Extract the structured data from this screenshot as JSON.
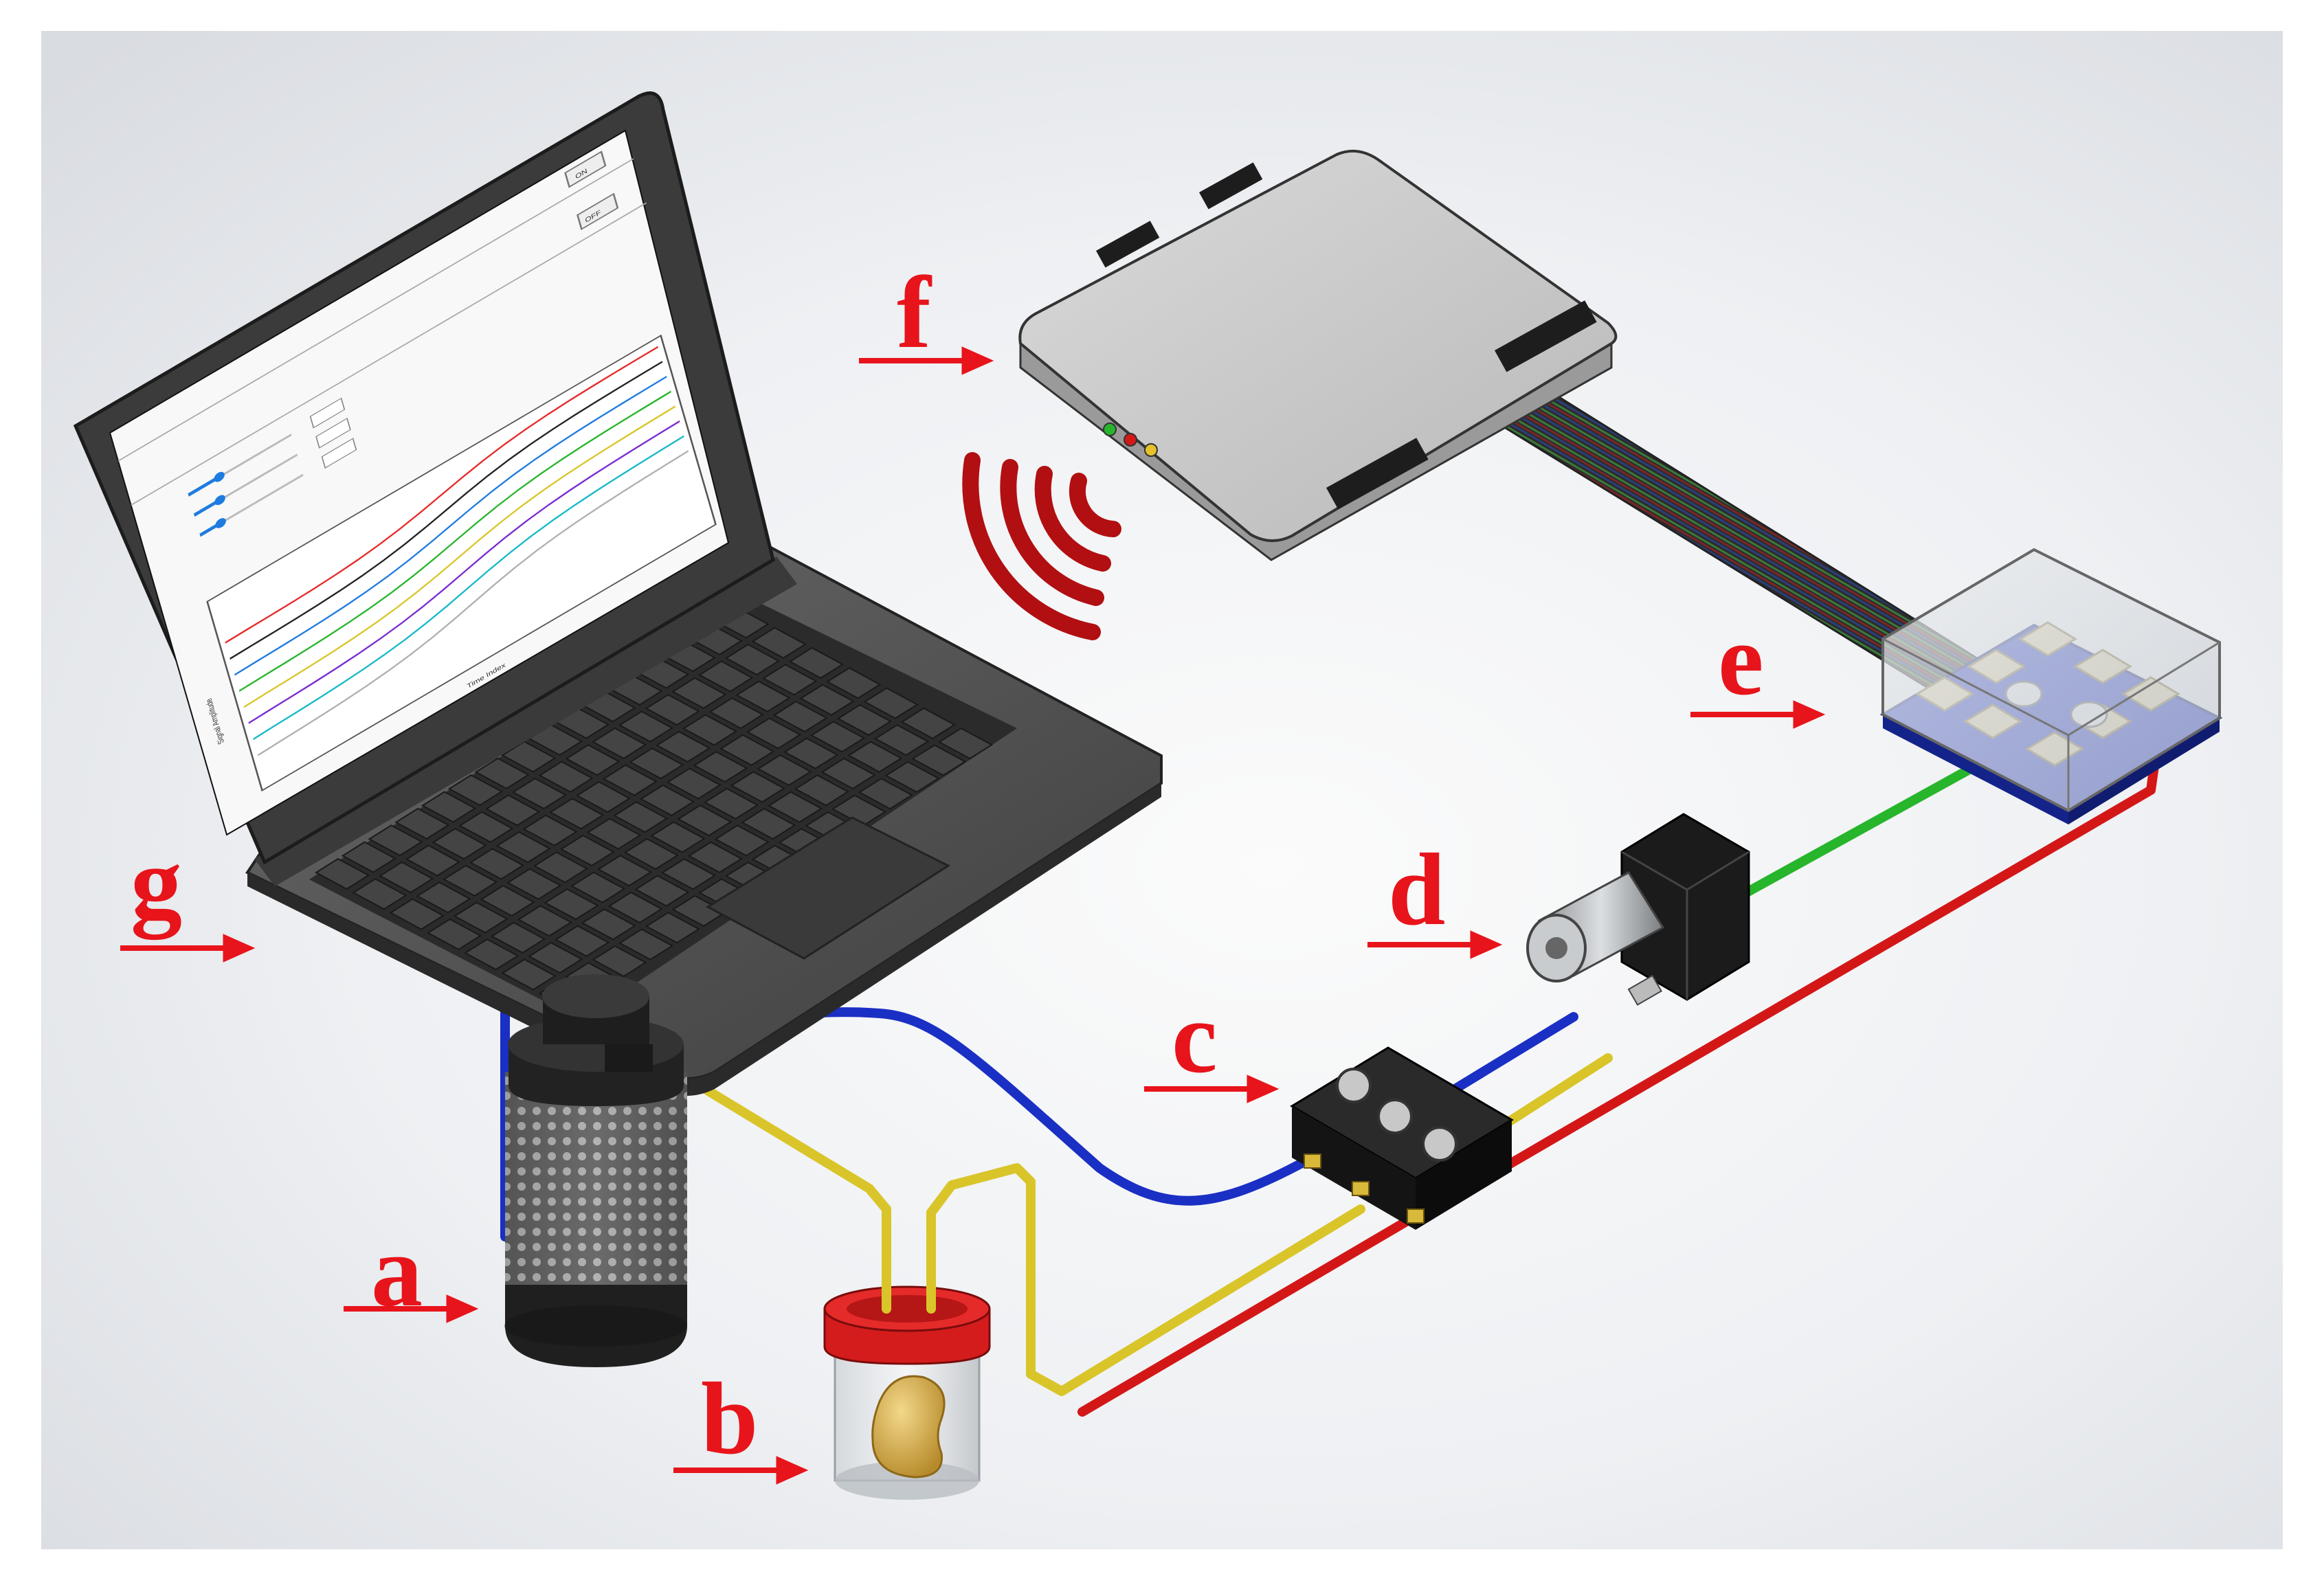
{
  "labels": {
    "a": "a",
    "b": "b",
    "c": "c",
    "d": "d",
    "e": "e",
    "f": "f",
    "g": "g"
  },
  "screen": {
    "x_axis_label": "Time Index",
    "y_axis_label": "Signal Amplitude",
    "buttons": [
      "ON",
      "OFF"
    ]
  },
  "colors": {
    "label_red": "#e8141b",
    "tube_blue": "#1a2fc4",
    "tube_yellow": "#d9c52a",
    "tube_red": "#d31717",
    "tube_green": "#27b52b",
    "signal_red": "#b10f12"
  },
  "icons": {
    "wireless": "wireless-signal-icon"
  }
}
